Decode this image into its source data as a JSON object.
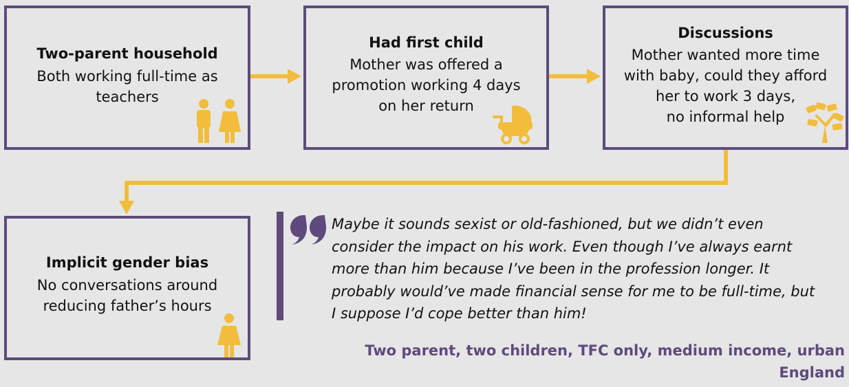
{
  "colors": {
    "frame": "#5e4a7c",
    "accent": "#f2bd3c",
    "background": "#e6e6e6"
  },
  "steps": [
    {
      "title": "Two-parent household",
      "lines": [
        "Both working full-time as",
        "teachers"
      ],
      "icon": "two-parents-icon"
    },
    {
      "title": "Had first child",
      "lines": [
        "Mother was offered a",
        "promotion working 4 days",
        "on her return"
      ],
      "icon": "pram-icon"
    },
    {
      "title": "Discussions",
      "lines": [
        "Mother wanted more time",
        "with baby, could they afford",
        "her to work 3 days,",
        "no informal help"
      ],
      "icon": "money-tree-icon"
    },
    {
      "title": "Implicit gender bias",
      "lines": [
        "No conversations around",
        "reducing father’s hours"
      ],
      "icon": "mother-icon"
    }
  ],
  "quote": {
    "lines": [
      "Maybe it sounds sexist or old-fashioned, but we didn’t even",
      "consider the impact on his work. Even though I’ve always earnt",
      "more than him because I’ve been in the profession longer. It",
      "probably would’ve made financial sense for me to be full-time, but",
      "I suppose I’d cope better than him!"
    ],
    "attribution_lines": [
      "Two parent, two children, TFC only, medium income, urban",
      "England"
    ]
  }
}
